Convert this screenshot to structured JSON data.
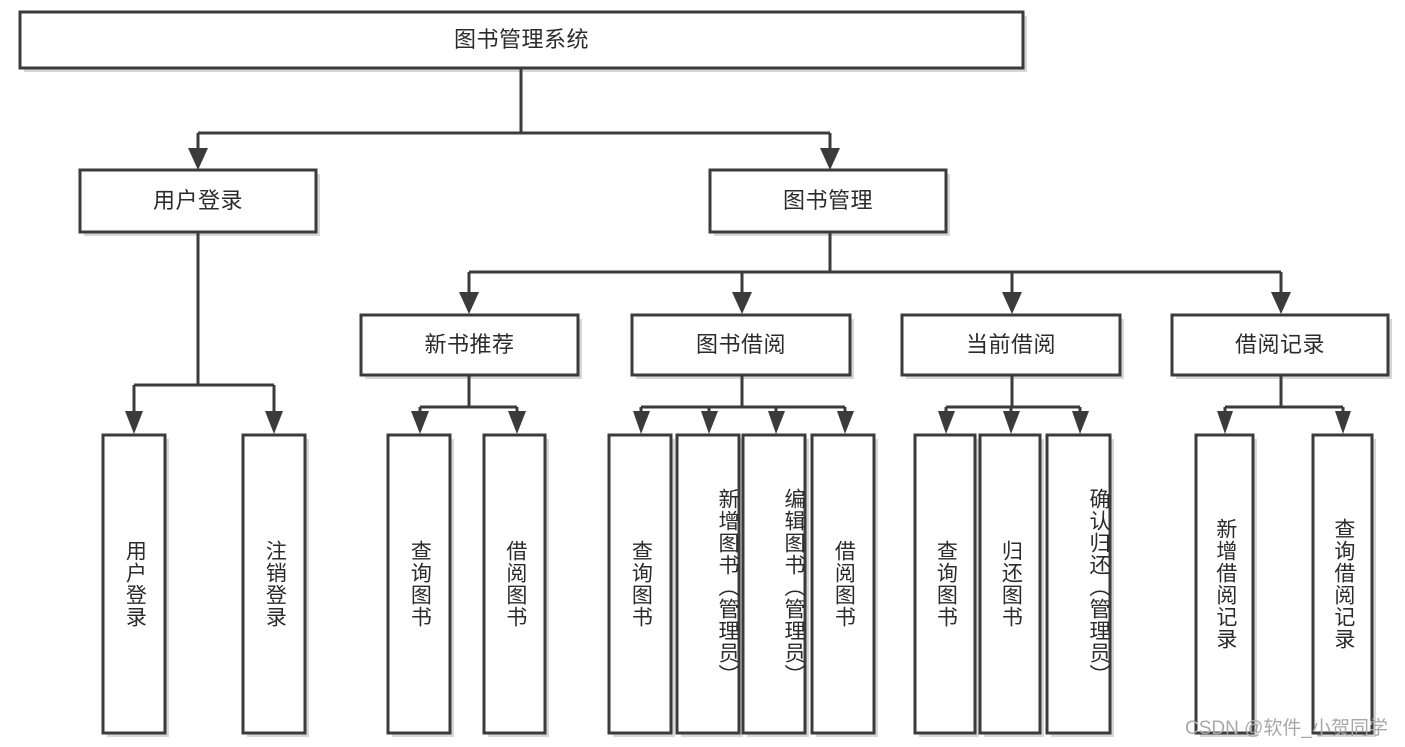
{
  "diagram": {
    "type": "tree-hierarchy",
    "title": "图书管理系统",
    "colors": {
      "box_stroke": "#3b3b3b",
      "box_fill": "#ffffff",
      "text": "#2b2b2b",
      "watermark": "#a8a8a8",
      "background": "#ffffff"
    },
    "root": {
      "label": "图书管理系统"
    },
    "level2": [
      {
        "label": "用户登录"
      },
      {
        "label": "图书管理"
      }
    ],
    "level3": [
      {
        "label": "新书推荐"
      },
      {
        "label": "图书借阅"
      },
      {
        "label": "当前借阅"
      },
      {
        "label": "借阅记录"
      }
    ],
    "leaves": {
      "user_login": [
        {
          "label": "用户登录"
        },
        {
          "label": "注销登录"
        }
      ],
      "new_book_recommend": [
        {
          "label": "查询图书"
        },
        {
          "label": "借阅图书"
        }
      ],
      "book_borrow": [
        {
          "label": "查询图书"
        },
        {
          "label": "新增图书（管理员）"
        },
        {
          "label": "编辑图书（管理员）"
        },
        {
          "label": "借阅图书"
        }
      ],
      "current_borrow": [
        {
          "label": "查询图书"
        },
        {
          "label": "归还图书"
        },
        {
          "label": "确认归还（管理员）"
        }
      ],
      "borrow_record": [
        {
          "label": "新增借阅记录"
        },
        {
          "label": "查询借阅记录"
        }
      ]
    },
    "watermark": "CSDN @软件_小贺同学"
  }
}
